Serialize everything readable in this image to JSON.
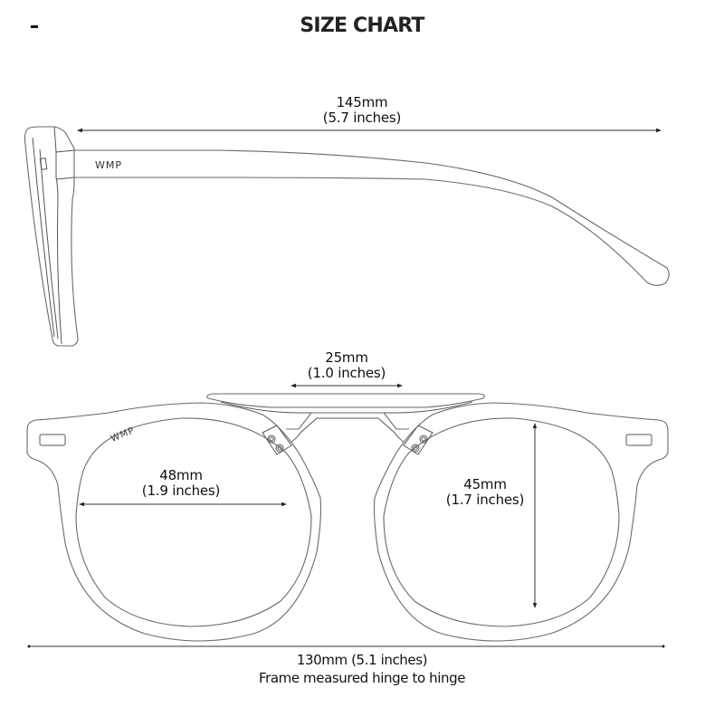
{
  "header": {
    "collapse_marker": "-",
    "title": "SIZE CHART"
  },
  "side_view": {
    "temple_length": {
      "mm": "145mm",
      "inches": "(5.7 inches)"
    },
    "logo": "WMP"
  },
  "front_view": {
    "bridge_width": {
      "mm": "25mm",
      "inches": "(1.0 inches)"
    },
    "lens_width": {
      "mm": "48mm",
      "inches": "(1.9 inches)"
    },
    "lens_height": {
      "mm": "45mm",
      "inches": "(1.7 inches)"
    },
    "frame_width": {
      "label": "130mm (5.1 inches)",
      "note": "Frame measured hinge to hinge"
    },
    "logo": "WMP"
  },
  "colors": {
    "line": "#6a6a6a",
    "dimension": "#333333",
    "text": "#111111",
    "background": "#ffffff"
  }
}
